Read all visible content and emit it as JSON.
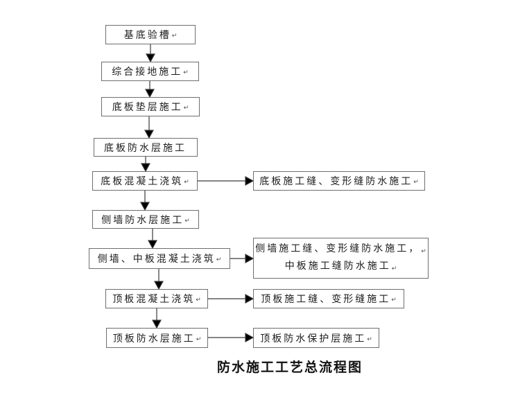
{
  "title": "防水施工工艺总流程图",
  "flow": {
    "main": [
      {
        "label": "基底验槽",
        "mark": "↵"
      },
      {
        "label": "综合接地施工",
        "mark": "↵"
      },
      {
        "label": "底板垫层施工",
        "mark": "↵"
      },
      {
        "label": "底板防水层施工",
        "mark": ""
      },
      {
        "label": "底板混凝土浇筑",
        "mark": "↵"
      },
      {
        "label": "侧墙防水层施工",
        "mark": "↵"
      },
      {
        "label": "侧墙、中板混凝土浇筑",
        "mark": "↵"
      },
      {
        "label": "顶板混凝土浇筑",
        "mark": "↵"
      },
      {
        "label": "顶板防水层施工",
        "mark": "↵"
      }
    ],
    "side": [
      {
        "lines": [
          {
            "text": "底板施工缝、变形缝防水施工",
            "mark": "↵"
          }
        ]
      },
      {
        "lines": [
          {
            "text": "侧墙施工缝、变形缝防水施工，",
            "mark": "↵"
          },
          {
            "text": "中板施工缝防水施工",
            "mark": "↵"
          }
        ]
      },
      {
        "lines": [
          {
            "text": "顶板施工缝、变形缝施工",
            "mark": "↵"
          }
        ]
      },
      {
        "lines": [
          {
            "text": "顶板防水保护层施工",
            "mark": "↵"
          }
        ]
      }
    ]
  },
  "colors": {
    "background": "#ffffff",
    "box_border": "#6e6e6e",
    "text": "#1c1c1c",
    "arrow": "#000000"
  }
}
